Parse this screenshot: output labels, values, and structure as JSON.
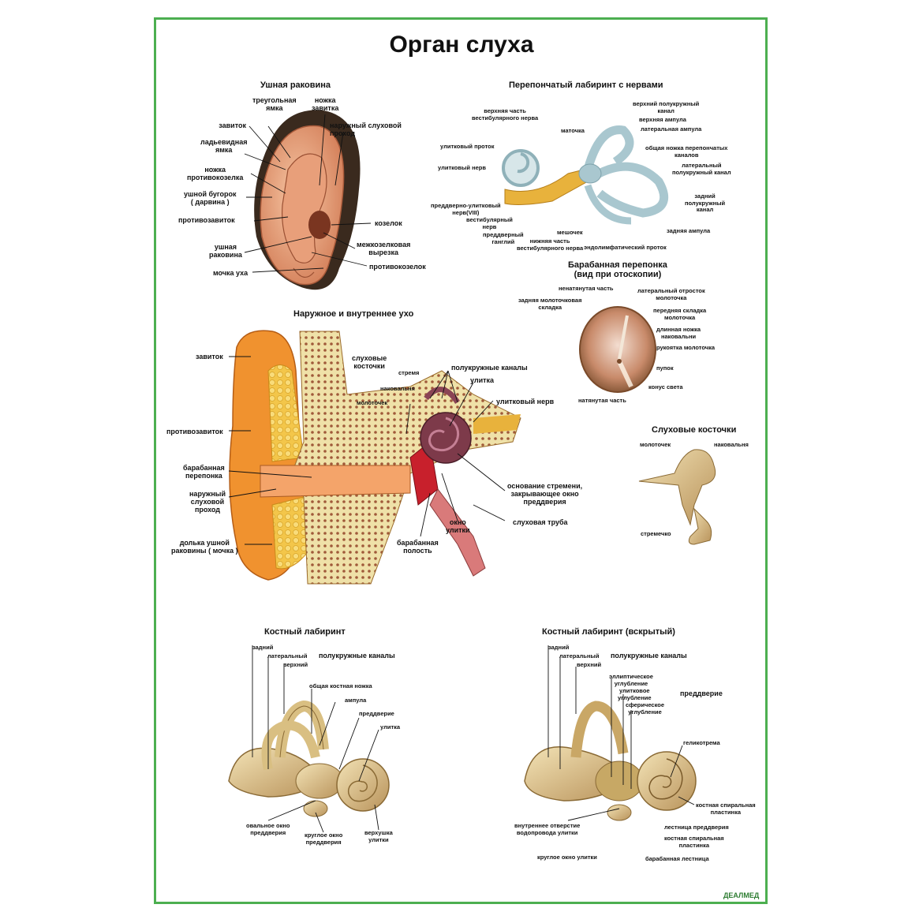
{
  "colors": {
    "border": "#4caf50",
    "skin": "#f2a36f",
    "bone": "#e3c98b",
    "canal": "#b8d3da",
    "nerve": "#e8b23c",
    "fat": "#f3c64a"
  },
  "title": "Орган слуха",
  "sections": {
    "ear": {
      "title": "Ушная раковина",
      "labels": {
        "triangular": "треугольная\nямка",
        "helix_crus": "ножка\nзавитка",
        "canal": "наружный слуховой\nпроход",
        "helix": "завиток",
        "scapha": "ладьевидная\nямка",
        "antitragus_crus": "ножка\nпротивокозелка",
        "darwin": "ушной бугорок\n( дарвина )",
        "antihelix": "противозавиток",
        "tragus": "козелок",
        "auricle": "ушная\nраковина",
        "notch": "межкозелковая\nвырезка",
        "antitragus": "противокозелок",
        "lobule": "мочка уха"
      }
    },
    "membranous": {
      "title": "Перепончатый лабиринт с нервами",
      "labels": {
        "vest_upper": "верхняя часть\nвестибулярного нерва",
        "sup_canal": "верхний полукружный\nканал",
        "sup_ampulla": "верхняя ампула",
        "utricle": "маточка",
        "lat_ampulla": "латеральная ампула",
        "cochlear_duct": "улитковый проток",
        "common_crus": "общая ножка перепончатых\nканалов",
        "cochlear_nerve": "улитковый нерв",
        "lat_canal": "латеральный\nполукружный канал",
        "post_canal": "задний\nполукружный\nканал",
        "vc_nerve": "преддверно-улитковый\nнерв(VIII)",
        "vest_nerve": "вестибулярный\nнерв",
        "post_ampulla": "задняя ампула",
        "saccule": "мешочек",
        "vest_ganglion": "преддверный\nганглий",
        "vest_lower": "нижняя часть\nвестибулярного нерва",
        "endolymph": "эндолимфатический проток"
      }
    },
    "tympanic": {
      "title": "Барабанная перепонка\n(вид при отоскопии)",
      "labels": {
        "flaccid": "ненатянутая часть",
        "lat_process": "латеральный отросток\nмолоточка",
        "post_fold": "задняя молоточковая\nскладка",
        "ant_fold": "передняя складка\nмолоточка",
        "long_limb": "длинная ножка\nнаковальни",
        "handle": "рукоятка молоточка",
        "umbo": "пупок",
        "cone": "конус света",
        "tense": "натянутая часть"
      }
    },
    "outer_inner": {
      "title": "Наружное и внутреннее ухо",
      "labels": {
        "helix": "завиток",
        "ossicles": "слуховые\nкосточки",
        "stapes": "стремя",
        "canals": "полукружные каналы",
        "incus": "наковальня",
        "cochlea": "улитка",
        "malleus": "молоточек",
        "cochlear_nerve": "улитковый нерв",
        "antihelix": "противозавиток",
        "drum": "барабанная\nперепонка",
        "canal": "наружный\nслуховой\nпроход",
        "stapes_base": "основание стремени,\nзакрывающее окно\nпреддверия",
        "window": "окно\nулитки",
        "tube": "слуховая труба",
        "cavity": "барабанная\nполость",
        "lobule": "долька ушной\nраковины ( мочка )"
      }
    },
    "ossicles": {
      "title": "Слуховые косточки",
      "labels": {
        "malleus": "молоточек",
        "incus": "наковальня",
        "stapes": "стремечко"
      }
    },
    "bony": {
      "title": "Костный лабиринт",
      "labels": {
        "posterior": "задний",
        "lateral": "латеральный",
        "superior": "верхний",
        "canals": "полукружные каналы",
        "common": "общая костная ножка",
        "ampulla": "ампула",
        "vestibule": "преддверие",
        "cochlea": "улитка",
        "oval": "овальное окно\nпреддверия",
        "round": "круглое окно\nпреддверия",
        "apex": "верхушка\nулитки"
      }
    },
    "bony_open": {
      "title": "Костный лабиринт (вскрытый)",
      "labels": {
        "posterior": "задний",
        "lateral": "латеральный",
        "superior": "верхний",
        "canals": "полукружные каналы",
        "elliptic": "эллиптическое\nуглубление",
        "cochlear_rec": "улитковое\nуглубление",
        "spheric": "сферическое\nуглубление",
        "vestibule": "преддверие",
        "helicotrema": "геликотрема",
        "aqueduct": "внутреннее отверстие\nводопровода улитки",
        "spiral_lamina": "костная спиральная\nпластинка",
        "scala_vest": "лестница преддверия",
        "spiral_lamina2": "костная спиральная\nпластинка",
        "round": "круглое окно улитки",
        "scala_tymp": "барабанная лестница"
      }
    }
  },
  "logo": "ДЕАЛМЕД"
}
